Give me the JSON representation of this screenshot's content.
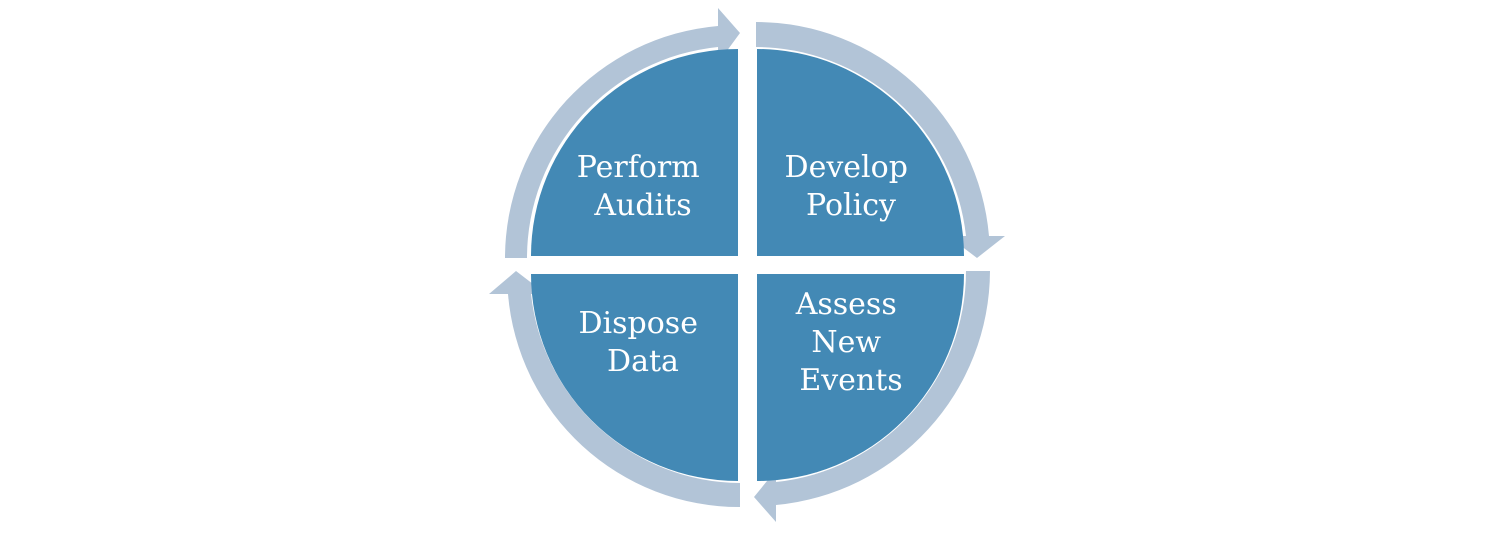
{
  "diagram": {
    "type": "cycle",
    "colors": {
      "quadrant_fill": "#4389b5",
      "arrow_fill": "#b2c4d7",
      "background": "#ffffff",
      "text": "#ffffff"
    },
    "quadrants": [
      {
        "position": "top-left",
        "lines": [
          "Perform",
          "Audits"
        ]
      },
      {
        "position": "top-right",
        "lines": [
          "Develop",
          "Policy"
        ]
      },
      {
        "position": "bottom-right",
        "lines": [
          "Assess",
          "New",
          "Events"
        ]
      },
      {
        "position": "bottom-left",
        "lines": [
          "Dispose",
          "Data"
        ]
      }
    ],
    "flow_direction": "clockwise"
  }
}
